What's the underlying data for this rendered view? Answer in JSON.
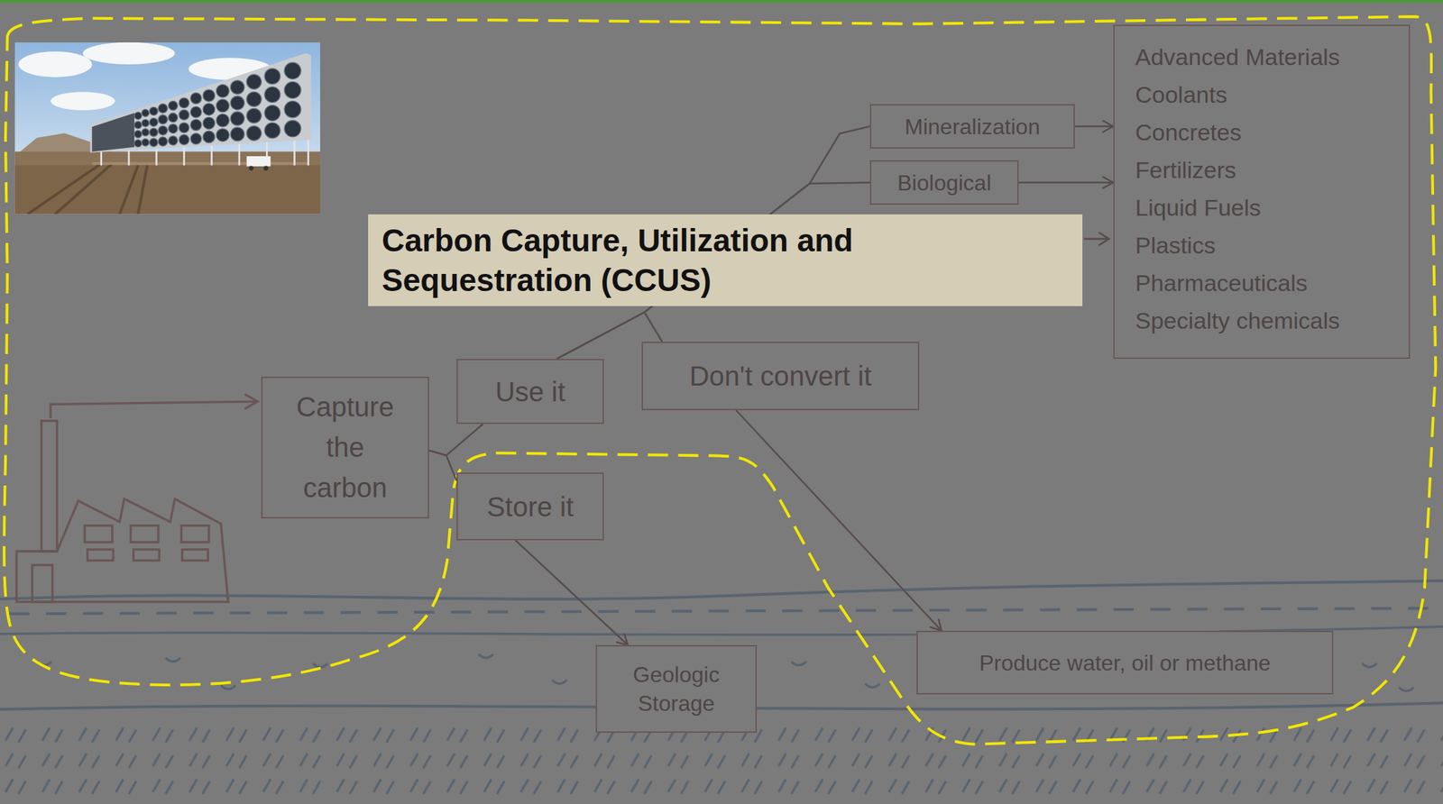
{
  "diagram": {
    "title": "Carbon Capture, Utilization and Sequestration (CCUS)",
    "nodes": [
      {
        "text": [
          "Capture the carbon"
        ]
      },
      {
        "text": [
          "Use it"
        ]
      },
      {
        "text": [
          "Store it"
        ]
      },
      {
        "text": [
          "Don't convert it"
        ]
      },
      {
        "text": [
          "Mineralization"
        ]
      },
      {
        "text": [
          "Biological"
        ]
      },
      {
        "text": [
          "Advanced Materials",
          "Coolants",
          "Concretes",
          "Fertilizers",
          "Liquid Fuels",
          "Plastics",
          "Pharmaceuticals",
          "Specialty chemicals"
        ]
      },
      {
        "text": [
          "Geologic Storage"
        ]
      },
      {
        "text": [
          "Produce water, oil or methane"
        ]
      }
    ],
    "edges": [
      {
        "from": 0,
        "to": 1,
        "arrow": "none"
      },
      {
        "from": 0,
        "to": 2,
        "arrow": "none"
      },
      {
        "from": 1,
        "to": 3,
        "arrow": "none"
      },
      {
        "from": 1,
        "to": 4,
        "arrow": "none"
      },
      {
        "from": 1,
        "to": 5,
        "arrow": "none"
      },
      {
        "from": 4,
        "to": 6,
        "arrow": "to"
      },
      {
        "from": 5,
        "to": 6,
        "arrow": "to"
      },
      {
        "from": 2,
        "to": 7,
        "arrow": "to"
      },
      {
        "from": 3,
        "to": 8,
        "arrow": "to"
      }
    ]
  }
}
